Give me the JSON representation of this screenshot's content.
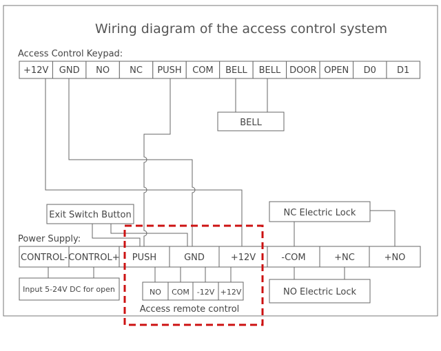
{
  "title": "Wiring diagram of the access control system",
  "keypad": {
    "label": "Access Control Keypad:",
    "terminals": [
      "+12V",
      "GND",
      "NO",
      "NC",
      "PUSH",
      "COM",
      "BELL",
      "BELL",
      "DOOR",
      "OPEN",
      "D0",
      "D1"
    ]
  },
  "bell": {
    "label": "BELL"
  },
  "exit_switch": {
    "label": "Exit Switch Button"
  },
  "power_supply": {
    "label": "Power Supply:",
    "terminals": [
      "CONTROL-",
      "CONTROL+",
      "PUSH",
      "GND",
      "+12V",
      "-COM",
      "+NC",
      "+NO"
    ]
  },
  "input_box": {
    "label": "Input 5-24V DC for open"
  },
  "remote": {
    "terminals": [
      "NO",
      "COM",
      "-12V",
      "+12V"
    ],
    "label": "Access remote control"
  },
  "nc_lock": {
    "label": "NC Electric Lock"
  },
  "no_lock": {
    "label": "NO Electric Lock"
  },
  "colors": {
    "highlight": "#cc1111",
    "line": "#666666"
  }
}
